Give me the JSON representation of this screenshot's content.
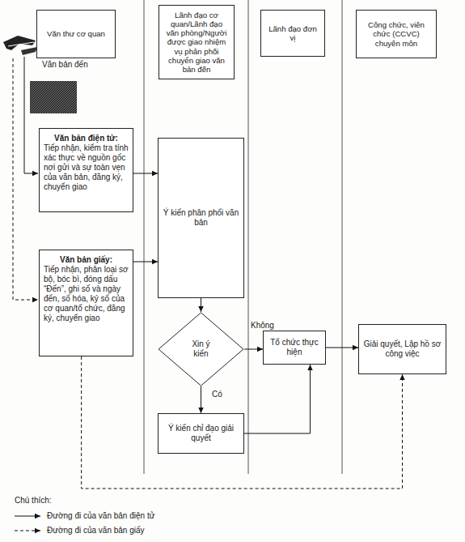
{
  "diagram": {
    "nodes": [
      {
        "text": [
          "Văn thư cơ quan"
        ]
      },
      {
        "text": [
          "Lãnh đạo cơ quan/Lãnh đạo văn phòng/Người được giao nhiệm vụ phân phối chuyển giao văn bản đến"
        ]
      },
      {
        "text": [
          "Lãnh đạo đơn vị"
        ]
      },
      {
        "text": [
          "Công chức, viên chức (CCVC) chuyên môn"
        ]
      },
      {
        "text": [
          "Văn bản điện tử:",
          "Tiếp nhận, kiểm tra tính xác thực về nguồn gốc nơi gửi và sự toàn vẹn của văn bản, đăng ký, chuyển giao"
        ]
      },
      {
        "text": [
          "Văn bản giấy:",
          "Tiếp nhận, phân loại sơ bộ, bóc bì, đóng dấu “Đến”, ghi số và ngày đến, số hóa, ký số của cơ quan/tổ chức, đăng ký, chuyển giao"
        ]
      },
      {
        "text": [
          "Ý kiến phân phối văn bản"
        ]
      },
      {
        "text": [
          "Xin ý kiến"
        ]
      },
      {
        "text": [
          "Ý kiến chỉ đạo giải quyết"
        ]
      },
      {
        "text": [
          "Tổ chức thực hiện"
        ]
      },
      {
        "text": [
          "Giải quyết, Lập hồ sơ công việc"
        ]
      }
    ],
    "edges": [
      {
        "from": 4,
        "to": 6,
        "arrow": "to"
      },
      {
        "from": 5,
        "to": 6,
        "arrow": "to"
      },
      {
        "from": 6,
        "to": 7,
        "arrow": "to"
      },
      {
        "from": 7,
        "to": 9,
        "label": "Không",
        "arrow": "to"
      },
      {
        "from": 7,
        "to": 8,
        "label": "Có",
        "arrow": "to"
      },
      {
        "from": 8,
        "to": 9,
        "arrow": "to"
      },
      {
        "from": 9,
        "to": 10,
        "arrow": "to"
      },
      {
        "from": 5,
        "to": 10,
        "arrow": "to"
      }
    ],
    "labels": [
      "Văn bản đến",
      "Chú thích:"
    ],
    "legend": [
      {
        "text": "Đường đi của văn bản điện tử"
      },
      {
        "text": "Đường đi của văn bản giấy"
      }
    ]
  }
}
